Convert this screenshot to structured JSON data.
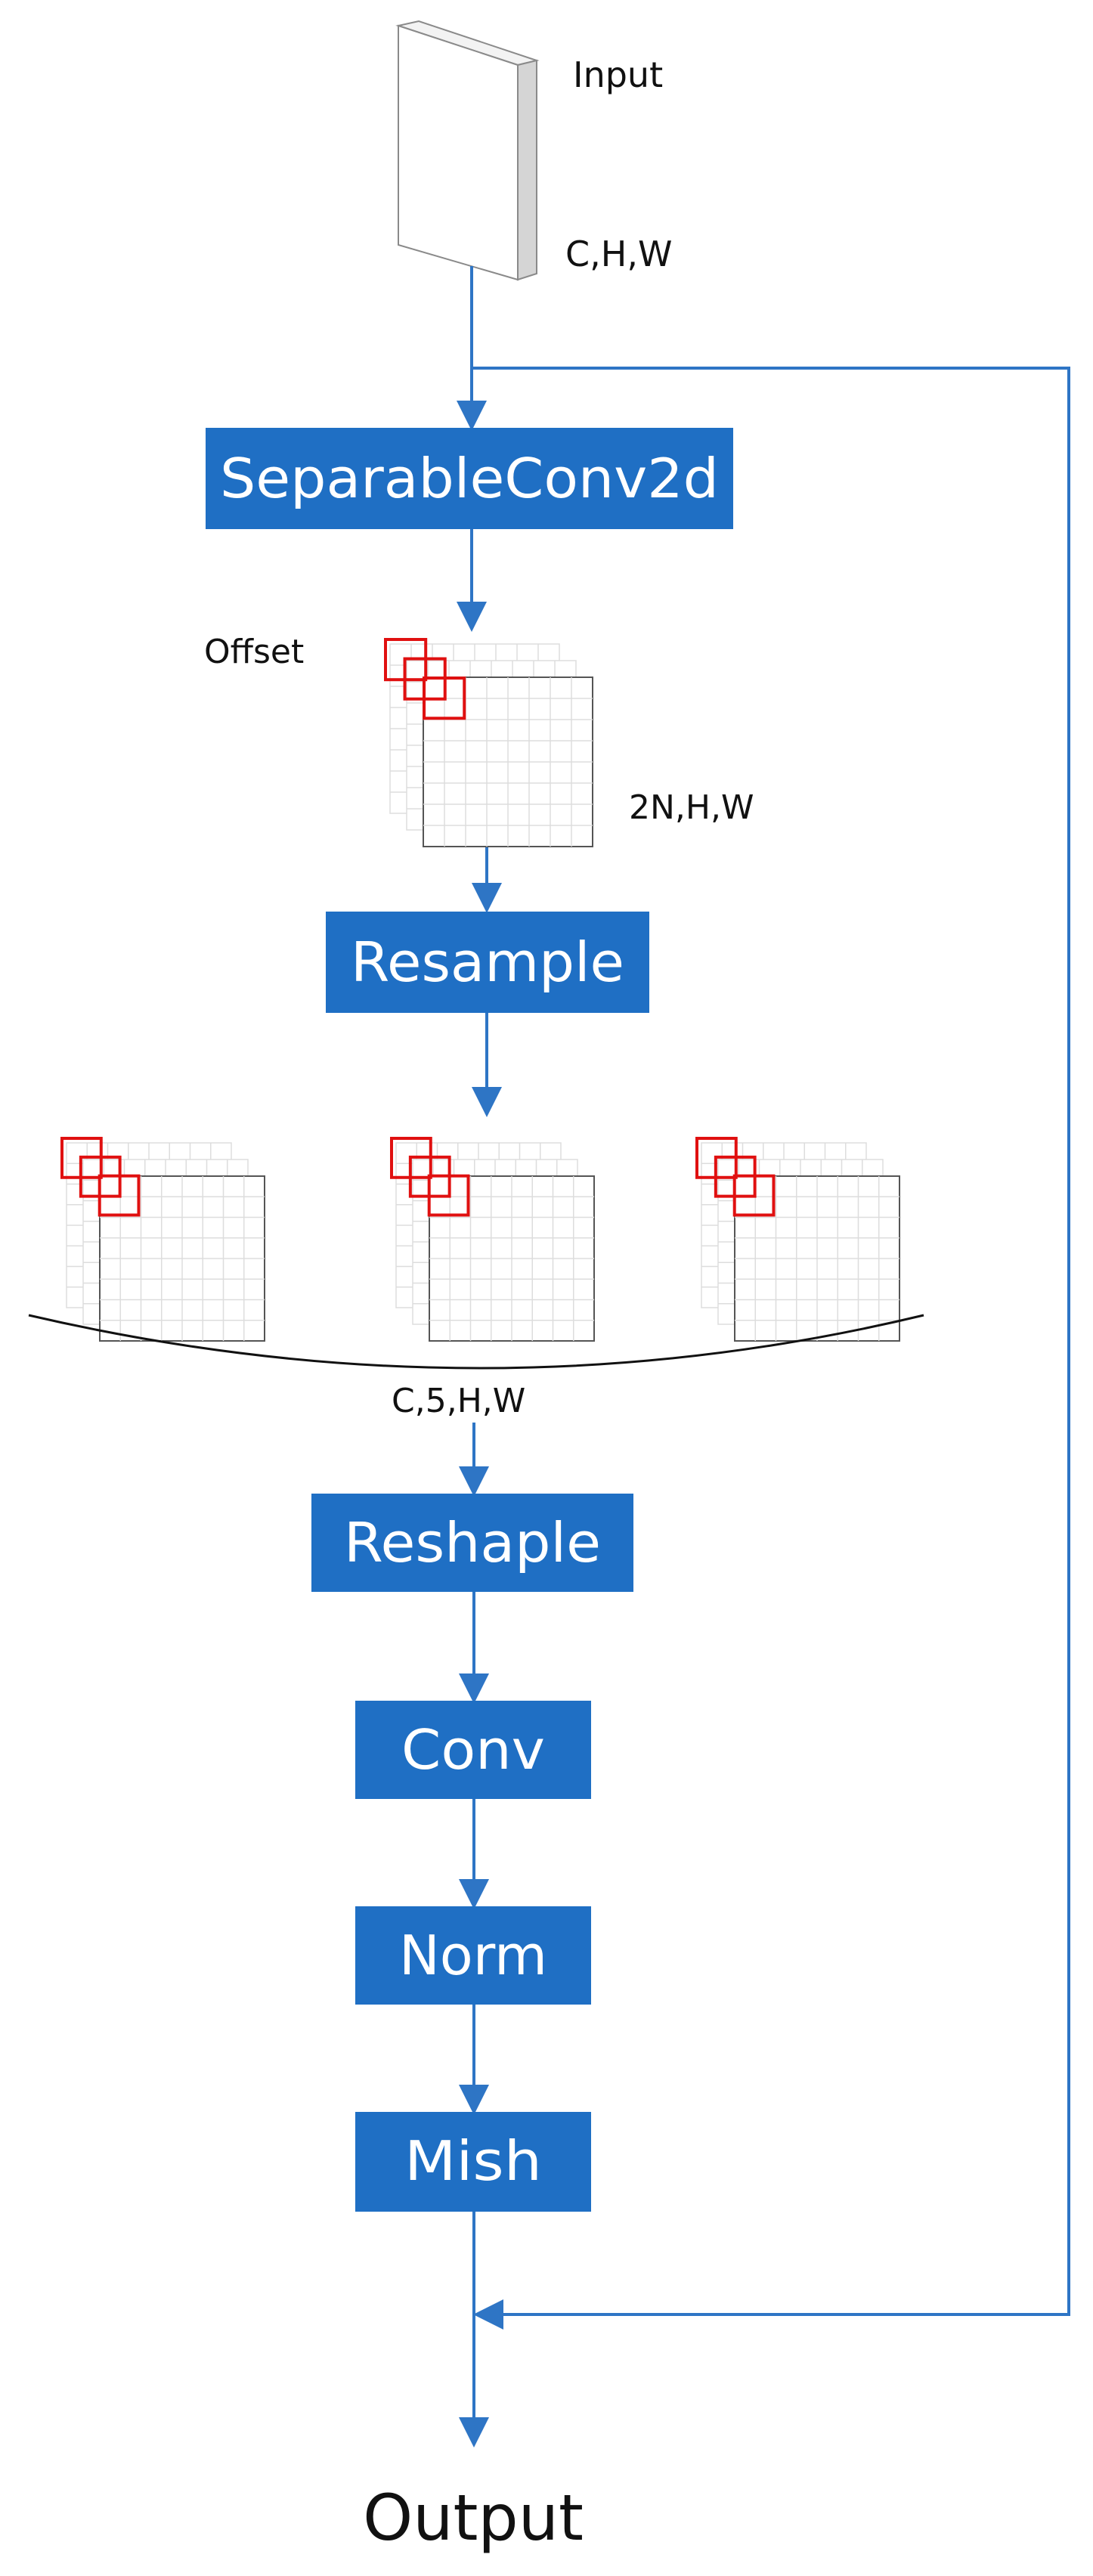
{
  "diagram": {
    "input_label": "Input",
    "input_shape": "C,H,W",
    "offset_label": "Offset",
    "offset_shape": "2N,H,W",
    "stack_shape": "C,5,H,W",
    "output_label": "Output",
    "blocks": {
      "sepconv": "SeparableConv2d",
      "resample": "Resample",
      "reshaple": "Reshaple",
      "conv": "Conv",
      "norm": "Norm",
      "mish": "Mish"
    }
  },
  "colors": {
    "block_fill": "#1f6fc4",
    "arrow": "#2e75c5",
    "highlight": "#e01010",
    "grid_line": "#dddddd"
  }
}
